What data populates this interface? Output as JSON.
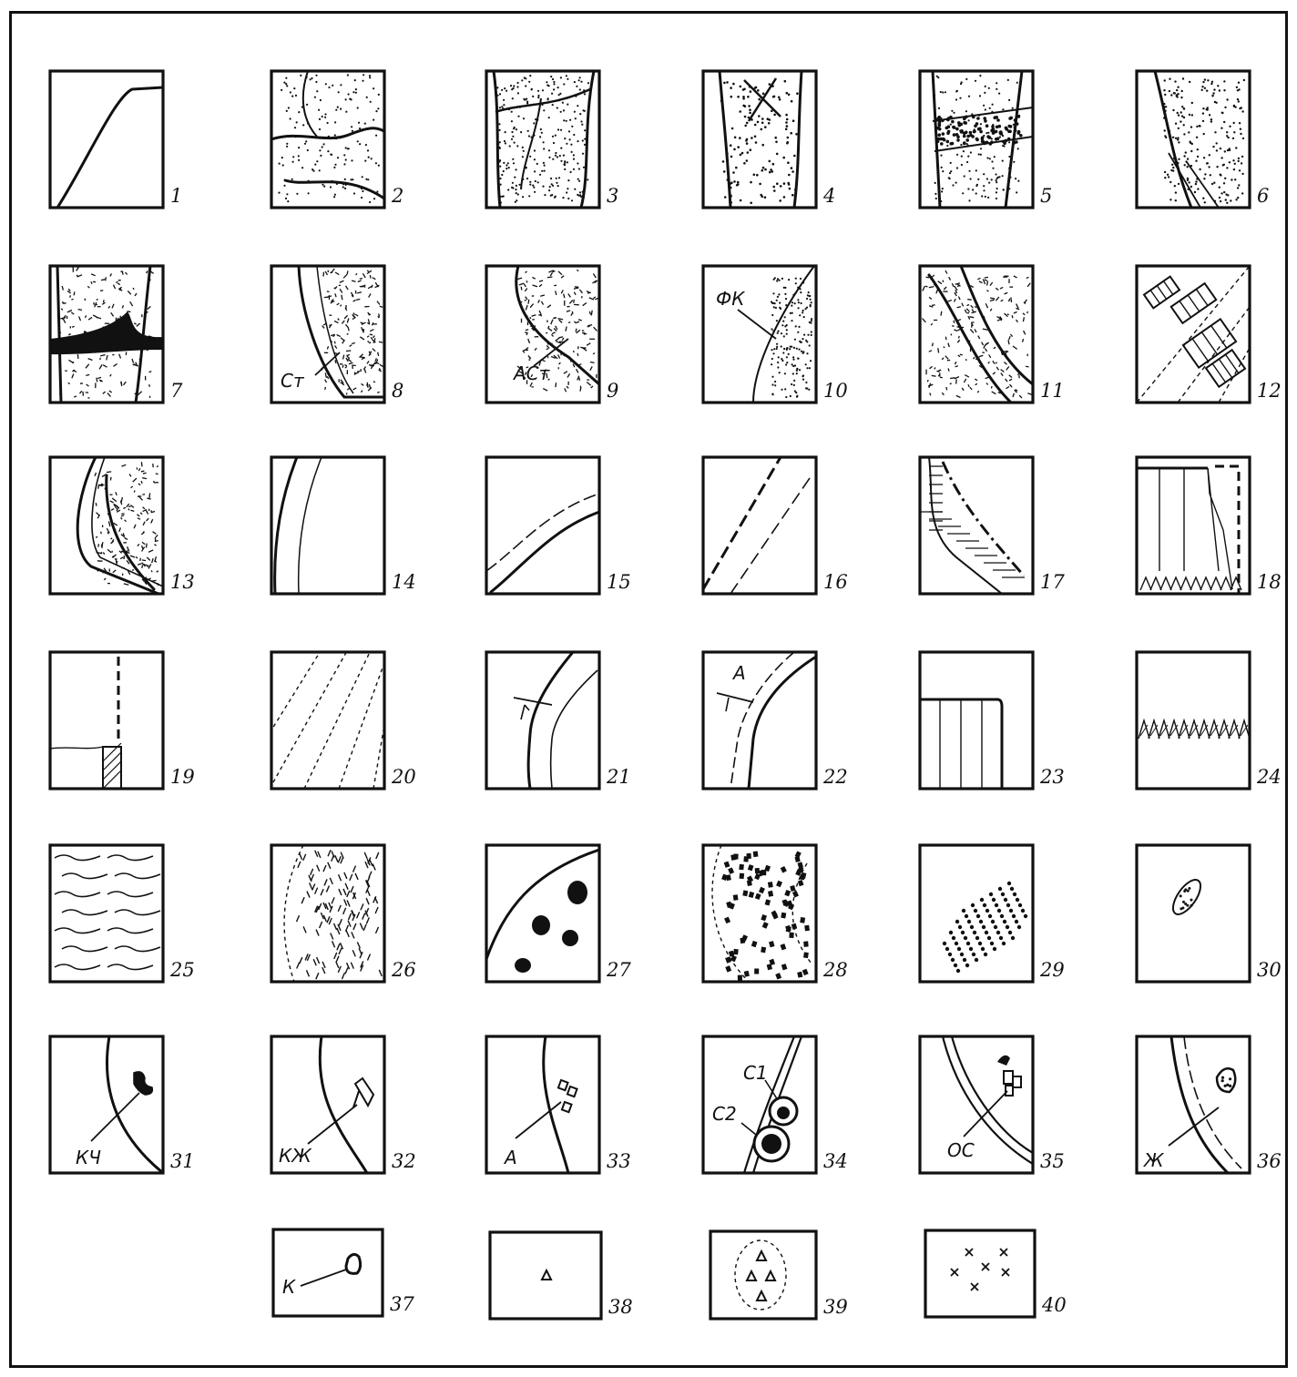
{
  "legend": {
    "symbols": [
      {
        "n": "1"
      },
      {
        "n": "2"
      },
      {
        "n": "3"
      },
      {
        "n": "4"
      },
      {
        "n": "5"
      },
      {
        "n": "6"
      },
      {
        "n": "7"
      },
      {
        "n": "8",
        "label": "Ст"
      },
      {
        "n": "9",
        "label": "АСт"
      },
      {
        "n": "10",
        "label": "ФК"
      },
      {
        "n": "11"
      },
      {
        "n": "12"
      },
      {
        "n": "13"
      },
      {
        "n": "14"
      },
      {
        "n": "15"
      },
      {
        "n": "16"
      },
      {
        "n": "17"
      },
      {
        "n": "18"
      },
      {
        "n": "19"
      },
      {
        "n": "20"
      },
      {
        "n": "21"
      },
      {
        "n": "22",
        "label": "А"
      },
      {
        "n": "23"
      },
      {
        "n": "24"
      },
      {
        "n": "25"
      },
      {
        "n": "26"
      },
      {
        "n": "27"
      },
      {
        "n": "28"
      },
      {
        "n": "29"
      },
      {
        "n": "30"
      },
      {
        "n": "31",
        "label": "КЧ"
      },
      {
        "n": "32",
        "label": "КЖ"
      },
      {
        "n": "33",
        "label": "А"
      },
      {
        "n": "34",
        "label": "С1",
        "label2": "С2"
      },
      {
        "n": "35",
        "label": "ОС"
      },
      {
        "n": "36",
        "label": "Ж"
      },
      {
        "n": "37",
        "label": "К"
      },
      {
        "n": "38"
      },
      {
        "n": "39"
      },
      {
        "n": "40"
      }
    ]
  }
}
